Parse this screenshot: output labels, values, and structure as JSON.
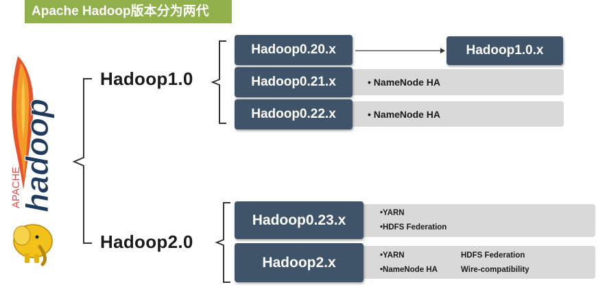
{
  "title": "Apache Hadoop版本分为两代",
  "logo": {
    "text_apache": "APACHE",
    "text_hadoop": "hadoop"
  },
  "gen1": {
    "label": "Hadoop1.0",
    "releases": [
      {
        "name": "Hadoop0.20.x"
      },
      {
        "name": "Hadoop0.21.x",
        "note": "• NameNode HA"
      },
      {
        "name": "Hadoop0.22.x",
        "note": "• NameNode HA"
      }
    ],
    "target": "Hadoop1.0.x"
  },
  "gen2": {
    "label": "Hadoop2.0",
    "releases": [
      {
        "name": "Hadoop0.23.x",
        "notes": [
          "•YARN",
          "•HDFS Federation"
        ]
      },
      {
        "name": "Hadoop2.x",
        "notes": [
          "•YARN",
          "HDFS Federation",
          "•NameNode HA",
          "Wire-compatibility"
        ]
      }
    ]
  },
  "colors": {
    "banner": "#8fb04a",
    "release_box": "#3f5369",
    "band": "#d9d9d9",
    "elephant": "#f2c21b"
  }
}
